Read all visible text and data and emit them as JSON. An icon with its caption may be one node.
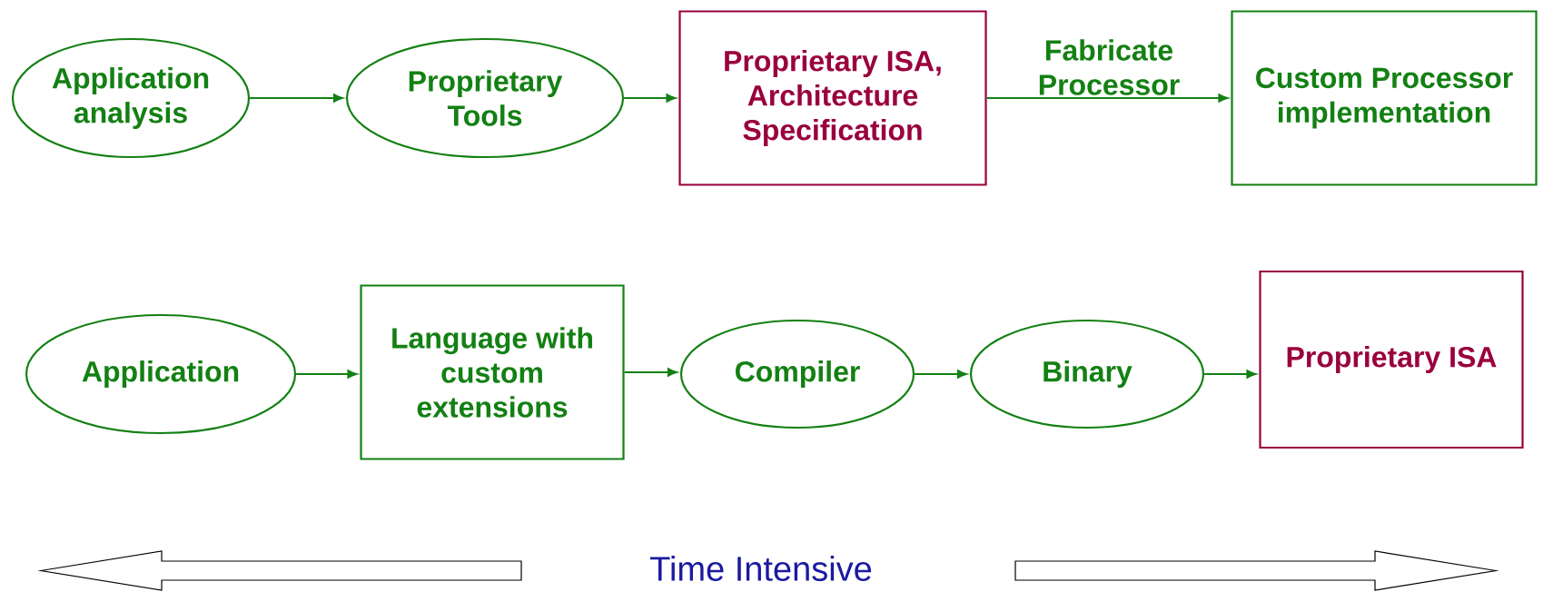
{
  "diagram": {
    "nodes": [
      {
        "text": [
          "Application analysis"
        ]
      },
      {
        "text": [
          "Proprietary Tools"
        ]
      },
      {
        "text": [
          "Proprietary ISA, Architecture Specification"
        ]
      },
      {
        "text": [
          "Custom Processor implementation"
        ]
      },
      {
        "text": [
          "Application"
        ]
      },
      {
        "text": [
          "Language with custom extensions"
        ]
      },
      {
        "text": [
          "Compiler"
        ]
      },
      {
        "text": [
          "Binary"
        ]
      },
      {
        "text": [
          "Proprietary ISA"
        ]
      }
    ],
    "edges": [
      {
        "from": 0,
        "to": 1,
        "arrow": "to"
      },
      {
        "from": 1,
        "to": 2,
        "arrow": "to"
      },
      {
        "from": 2,
        "to": 3,
        "arrow": "to",
        "label": "Fabricate Processor"
      },
      {
        "from": 4,
        "to": 5,
        "arrow": "to"
      },
      {
        "from": 5,
        "to": 6,
        "arrow": "to"
      },
      {
        "from": 6,
        "to": 7,
        "arrow": "to"
      },
      {
        "from": 7,
        "to": 8,
        "arrow": "to"
      }
    ],
    "labels": [
      "Time Intensive"
    ]
  }
}
